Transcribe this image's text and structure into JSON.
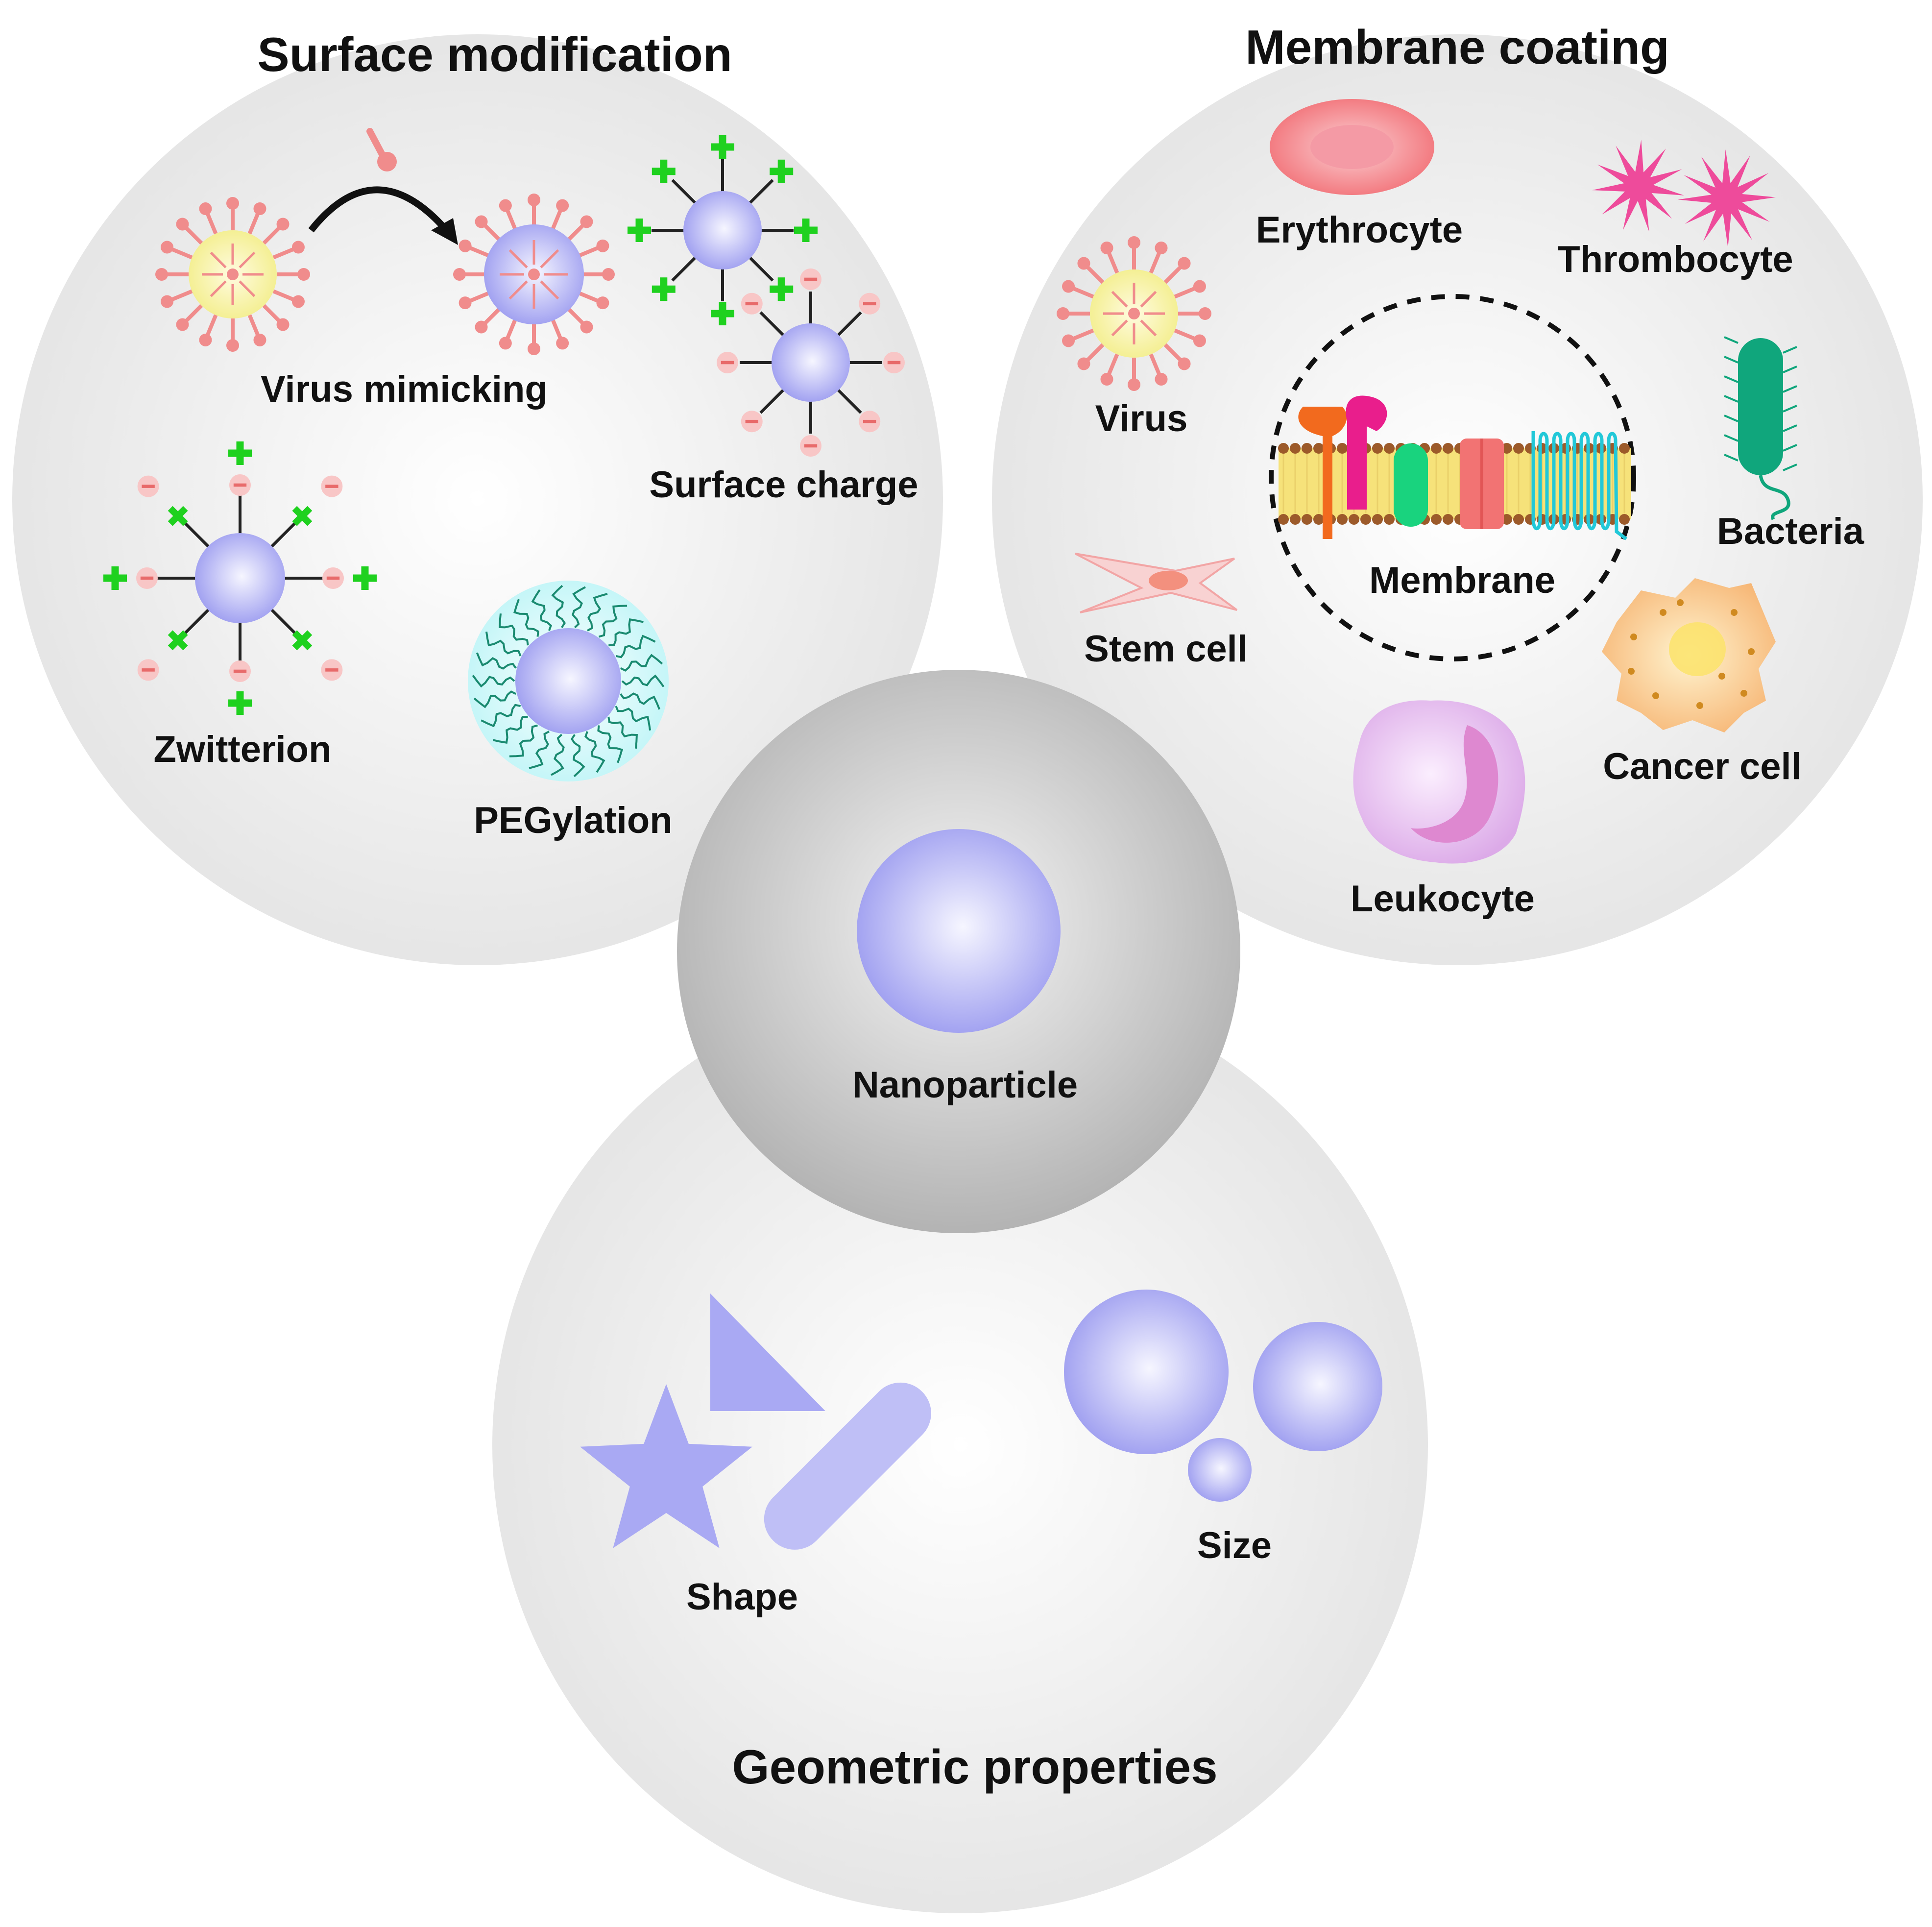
{
  "titles": {
    "surface_modification": "Surface modification",
    "membrane_coating": "Membrane coating",
    "geometric_properties": "Geometric properties"
  },
  "center": {
    "label": "Nanoparticle"
  },
  "surface_modification": {
    "virus_mimicking": "Virus mimicking",
    "surface_charge": "Surface charge",
    "zwitterion": "Zwitterion",
    "pegylation": "PEGylation"
  },
  "membrane_coating": {
    "erythrocyte": "Erythrocyte",
    "thrombocyte": "Thrombocyte",
    "virus": "Virus",
    "membrane": "Membrane",
    "bacteria": "Bacteria",
    "stem_cell": "Stem cell",
    "cancer_cell": "Cancer cell",
    "leukocyte": "Leukocyte"
  },
  "geometric_properties": {
    "shape": "Shape",
    "size": "Size"
  },
  "colors": {
    "panel_fill": "#f0f0f0",
    "nanoparticle": "#a9a9f3",
    "positive_charge": "#1fd11f",
    "negative_charge": "#f4a6a6",
    "virus_core": "#f8f4a0",
    "spike": "#f08c8c",
    "erythrocyte": "#f47a80",
    "thrombocyte": "#ee4b9b",
    "bacteria": "#10a67c",
    "cancer_cell": "#f8be7d",
    "leukocyte": "#e5b5ee"
  }
}
